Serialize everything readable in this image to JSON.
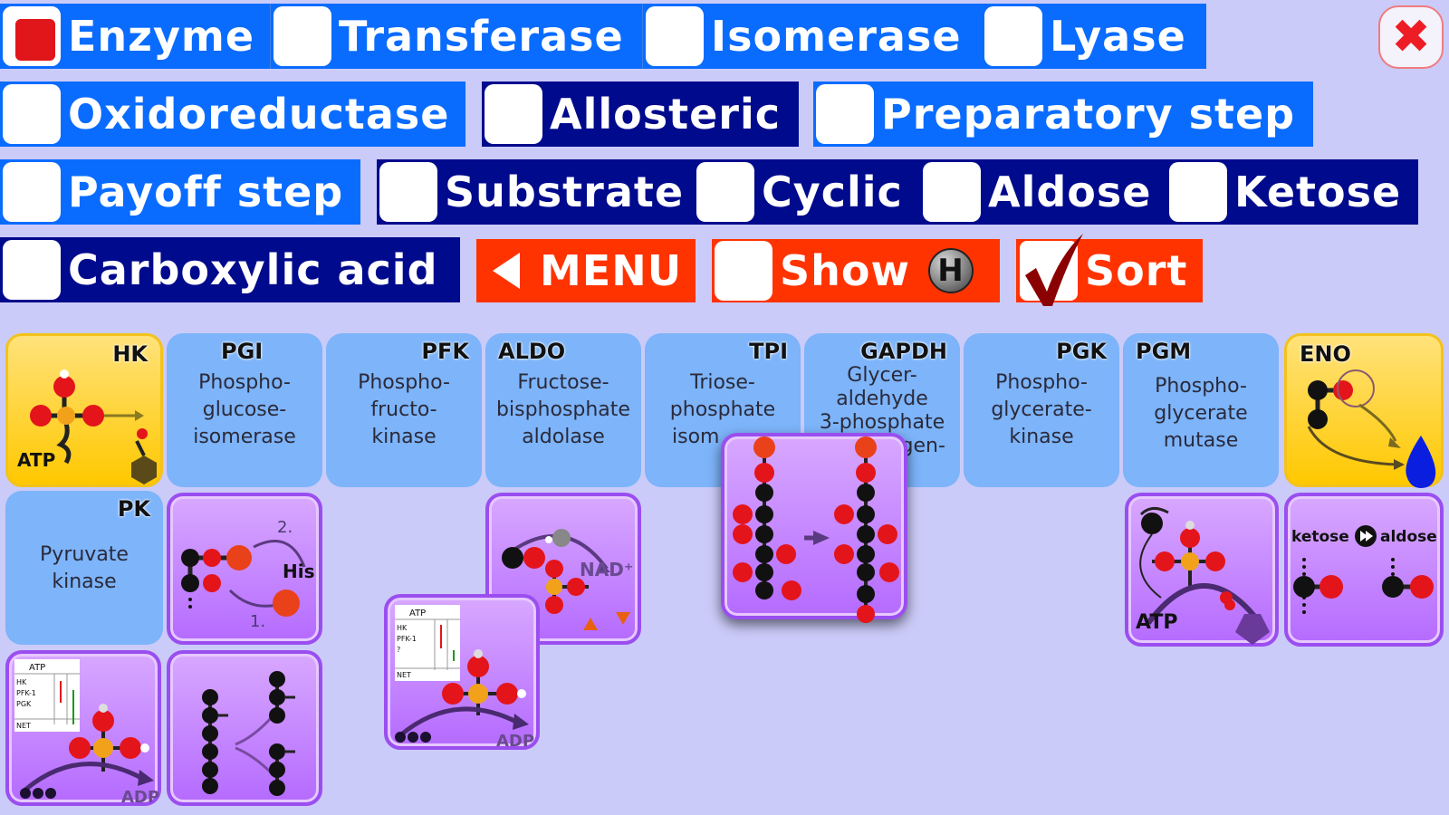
{
  "filters": {
    "row1": [
      {
        "label": "Enzyme",
        "checked": true
      },
      {
        "label": "Transferase",
        "checked": false
      },
      {
        "label": "Isomerase",
        "checked": false
      },
      {
        "label": "Lyase",
        "checked": false
      }
    ],
    "row2": [
      {
        "label": "Oxidoreductase",
        "checked": false
      },
      {
        "label": "Allosteric",
        "checked": false
      },
      {
        "label": "Preparatory step",
        "checked": false
      }
    ],
    "row3": [
      {
        "label": "Payoff step",
        "checked": false
      },
      {
        "label": "Substrate",
        "checked": false
      },
      {
        "label": "Cyclic",
        "checked": false
      },
      {
        "label": "Aldose",
        "checked": false
      },
      {
        "label": "Ketose",
        "checked": false
      }
    ],
    "row4": [
      {
        "label": "Carboxylic acid",
        "checked": false
      }
    ]
  },
  "controls": {
    "menu_label": "MENU",
    "show_label": "Show",
    "show_badge": "H",
    "show_checked": false,
    "sort_label": "Sort",
    "sort_checked": true,
    "close_glyph": "✖"
  },
  "colors": {
    "background": "#cbcbf9",
    "filter_blue": "#0a6cff",
    "filter_navy": "#000a8c",
    "action_red": "#ff3300",
    "tile_blue": "#7db4fa",
    "tile_yellow": "#ffc800",
    "tile_purple": "#b56bff"
  },
  "enzyme_tiles": [
    {
      "abbr": "HK",
      "name": [],
      "style": "yellow",
      "art": "atp-phosphorylation",
      "art_label": "ATP"
    },
    {
      "abbr": "PGI",
      "name": [
        "Phospho-",
        "glucose-",
        "isomerase"
      ],
      "style": "blue"
    },
    {
      "abbr": "PFK",
      "name": [
        "Phospho-",
        "fructo-",
        "kinase"
      ],
      "style": "blue"
    },
    {
      "abbr": "ALDO",
      "name": [
        "Fructose-",
        "bisphosphate",
        "aldolase"
      ],
      "style": "blue"
    },
    {
      "abbr": "TPI",
      "name": [
        "Triose-",
        "phosphate",
        "isom"
      ],
      "style": "blue"
    },
    {
      "abbr": "GAPDH",
      "name": [
        "Glycer-",
        "aldehyde",
        "3-phosphate",
        "dehydrogen-"
      ],
      "style": "blue"
    },
    {
      "abbr": "PGK",
      "name": [
        "Phospho-",
        "glycerate-",
        "kinase"
      ],
      "style": "blue"
    },
    {
      "abbr": "PGM",
      "name": [
        "Phospho-",
        "glycerate",
        "mutase"
      ],
      "style": "blue"
    },
    {
      "abbr": "ENO",
      "name": [],
      "style": "yellow",
      "art": "dehydration-water"
    },
    {
      "abbr": "PK",
      "name": [
        "Pyruvate",
        "kinase"
      ],
      "style": "blue"
    }
  ],
  "card_tiles": [
    {
      "id": "his-phosphate-transfer",
      "labels": [
        "2.",
        "His",
        "1."
      ]
    },
    {
      "id": "nad-oxidation",
      "labels": [
        "NAD⁺"
      ]
    },
    {
      "id": "atp-table-adp",
      "labels": [
        "ATP",
        "HK",
        "PFK-1",
        "NET",
        "ADP"
      ]
    },
    {
      "id": "chain-isomerization",
      "labels": []
    },
    {
      "id": "atp-to-ring",
      "labels": [
        "ATP"
      ]
    },
    {
      "id": "ketose-aldose",
      "labels": [
        "ketose",
        "aldose"
      ]
    },
    {
      "id": "atp-table-adp-2",
      "labels": [
        "ATP",
        "HK",
        "PFK-1",
        "PGK",
        "NET",
        "ADP"
      ]
    },
    {
      "id": "six-carbon-split",
      "labels": []
    }
  ]
}
